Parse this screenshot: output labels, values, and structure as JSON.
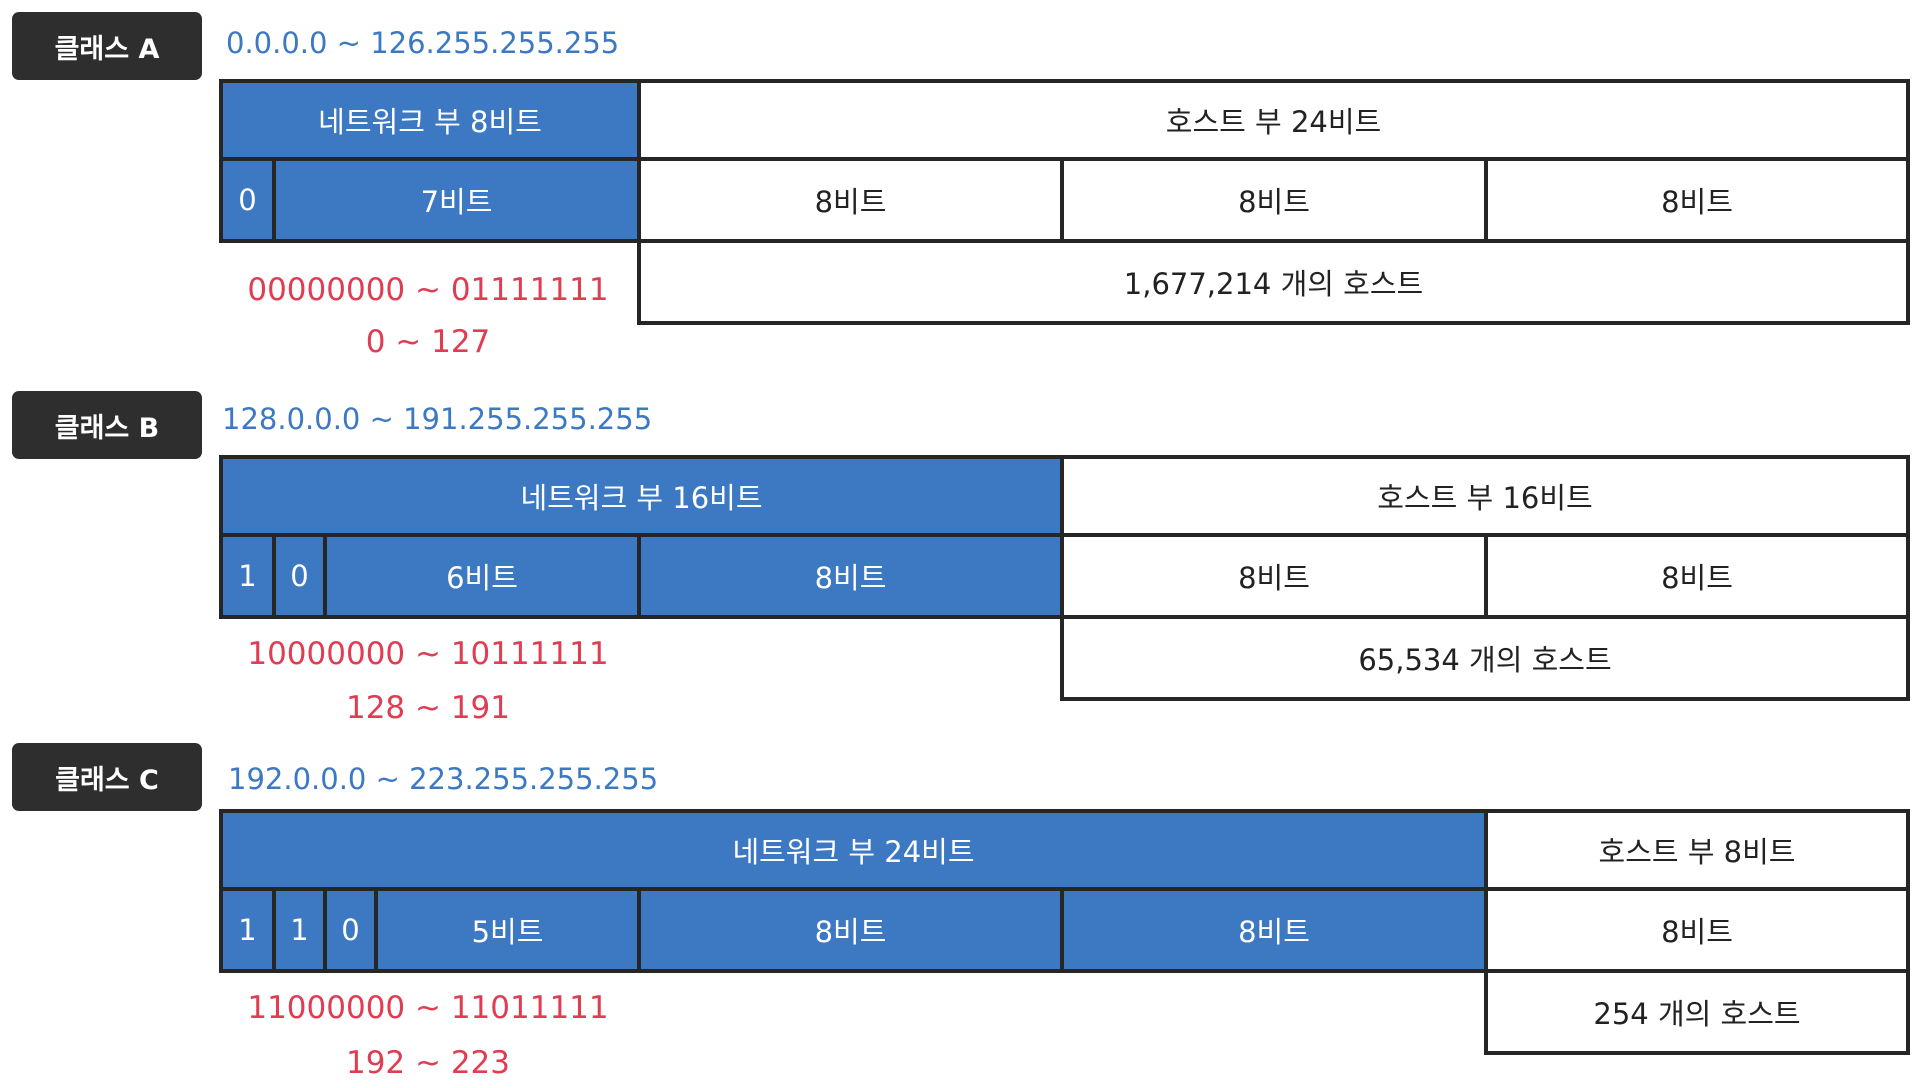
{
  "classes": [
    {
      "label": "클래스 A",
      "range": "0.0.0.0 ~   126.255.255.255",
      "network_label": "네트워크 부 8비트",
      "host_label": "호스트 부 24비트",
      "prefix_bits": [
        "0"
      ],
      "network_segments": [
        "7비트"
      ],
      "host_segments": [
        "8비트",
        "8비트",
        "8비트"
      ],
      "host_count": "1,677,214 개의 호스트",
      "binary_range": "00000000 ~ 01111111",
      "decimal_range": "0 ~ 127"
    },
    {
      "label": "클래스 B",
      "range": "128.0.0.0 ~ 191.255.255.255",
      "network_label": "네트워크 부 16비트",
      "host_label": "호스트 부 16비트",
      "prefix_bits": [
        "1",
        "0"
      ],
      "network_segments": [
        "6비트",
        "8비트"
      ],
      "host_segments": [
        "8비트",
        "8비트"
      ],
      "host_count": "65,534 개의 호스트",
      "binary_range": "10000000 ~ 10111111",
      "decimal_range": "128 ~ 191"
    },
    {
      "label": "클래스 C",
      "range": "192.0.0.0 ~ 223.255.255.255",
      "network_label": "네트워크 부 24비트",
      "host_label": "호스트 부 8비트",
      "prefix_bits": [
        "1",
        "1",
        "0"
      ],
      "network_segments": [
        "5비트",
        "8비트",
        "8비트"
      ],
      "host_segments": [
        "8비트"
      ],
      "host_count": "254 개의 호스트",
      "binary_range": "11000000 ~ 11011111",
      "decimal_range": "192 ~ 223"
    }
  ],
  "colors": {
    "network": "#3d78c2",
    "badge": "#2e2e2e",
    "binary_text": "#e03c52",
    "range_text": "#3d78c2"
  }
}
